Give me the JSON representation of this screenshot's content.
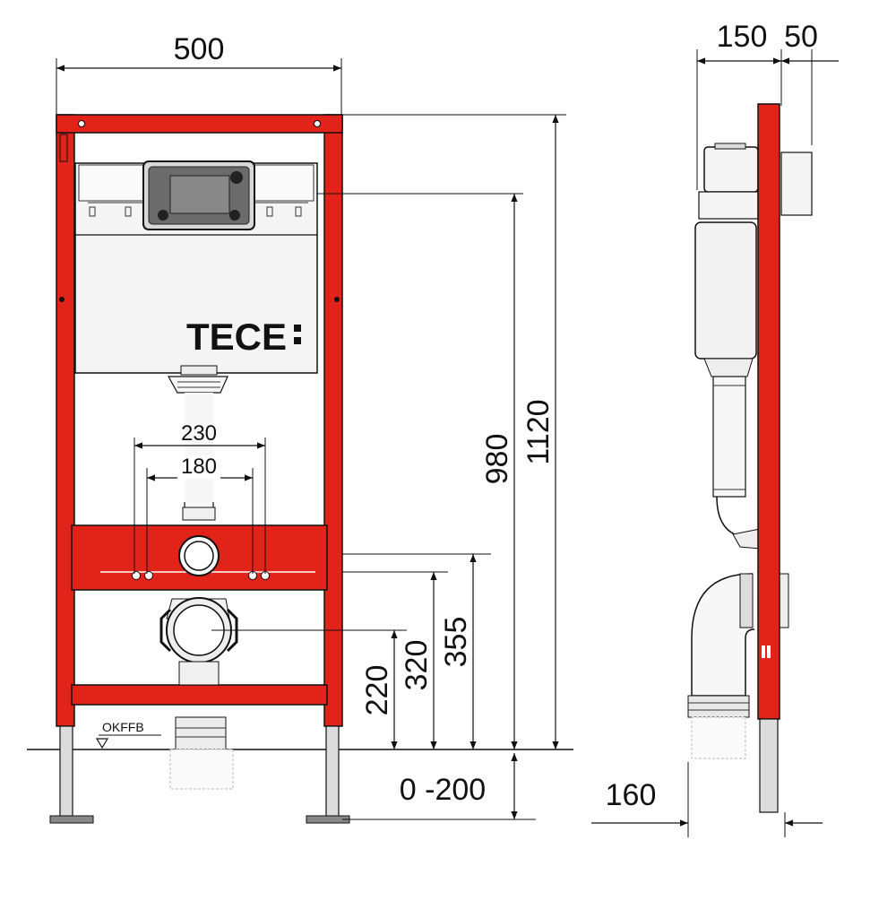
{
  "brand": {
    "name": "TECE"
  },
  "colors": {
    "frame": "#e2231a",
    "line": "#111111",
    "tank": "#f2f2f2",
    "pipe": "#f5f5f5"
  },
  "front_view": {
    "width_label": "500",
    "spacing_230": "230",
    "spacing_180": "180",
    "height_980": "980",
    "height_1120": "1120",
    "height_355": "355",
    "height_320": "320",
    "height_220": "220",
    "adjust_label": "0 -200",
    "floor_label": "OKFFB"
  },
  "side_view": {
    "depth_150": "150",
    "depth_50": "50",
    "depth_160": "160"
  }
}
